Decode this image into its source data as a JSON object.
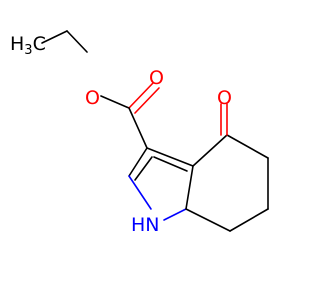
{
  "molecule": {
    "labels": {
      "methyl_main": "H",
      "methyl_sub": "3",
      "methyl_c": "C",
      "ester_o": "O",
      "ketone_o": "O",
      "nh": "HN"
    },
    "colors": {
      "carbon": "#000000",
      "oxygen": "#ff0000",
      "nitrogen": "#0000ff"
    }
  }
}
